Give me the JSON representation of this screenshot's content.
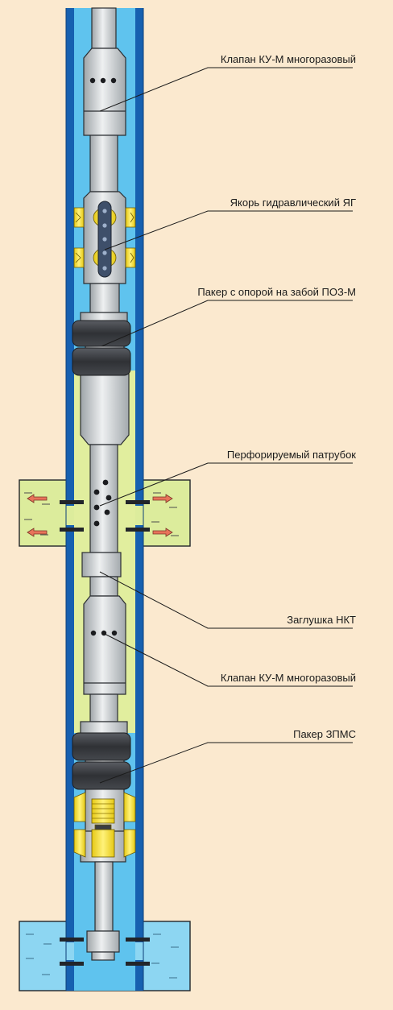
{
  "labels": {
    "valve_top": "Клапан КУ-М многоразовый",
    "anchor": "Якорь гидравлический ЯГ",
    "packer_poz": "Пакер с опорой на забой ПОЗ-М",
    "perforated": "Перфорируемый патрубок",
    "plug": "Заглушка НКТ",
    "valve_bottom": "Клапан КУ-М многоразовый",
    "packer_zpms": "Пакер ЗПМС"
  },
  "colors": {
    "background": "#fbe9cf",
    "casing_wall": "#1660b0",
    "annulus": "#5fc3ee",
    "formation": "#dcec9c",
    "water": "#8dd6f2",
    "packer_rubber": "#3b3d42",
    "yellow_parts": "#f6e23a",
    "steel": "#cfd3d6",
    "flow_arrow": "#e8735a"
  }
}
